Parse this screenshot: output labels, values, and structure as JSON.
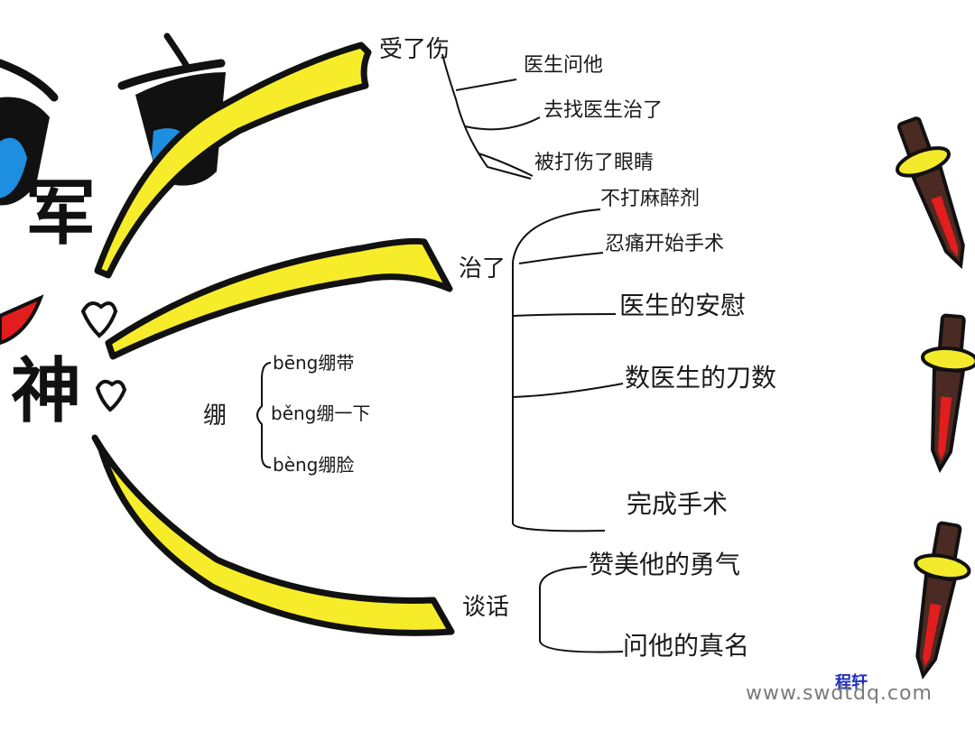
{
  "central": {
    "char1": "军",
    "char2": "神"
  },
  "branches": [
    {
      "label": "受了伤",
      "children": [
        "医生问他",
        "去找医生治了",
        "被打伤了眼睛"
      ]
    },
    {
      "label": "治了",
      "children": [
        "不打麻醉剂",
        "忍痛开始手术",
        "医生的安慰",
        "数医生的刀数",
        "完成手术"
      ]
    },
    {
      "label": "谈话",
      "children": [
        "赞美他的勇气",
        "问他的真名"
      ]
    }
  ],
  "vocab": {
    "label": "绷",
    "items": [
      "bēng绷带",
      "běng绷一下",
      "bèng绷脸"
    ]
  },
  "signature": "程轩",
  "watermark": "www.swdtdq.com",
  "colors": {
    "branch_fill": "#f6ec2a",
    "outline": "#111111",
    "eye_blue": "#1e8ee0",
    "sword_red": "#e21d1d",
    "sword_blade": "#4a2a22",
    "sword_guard": "#f3ea2c"
  }
}
